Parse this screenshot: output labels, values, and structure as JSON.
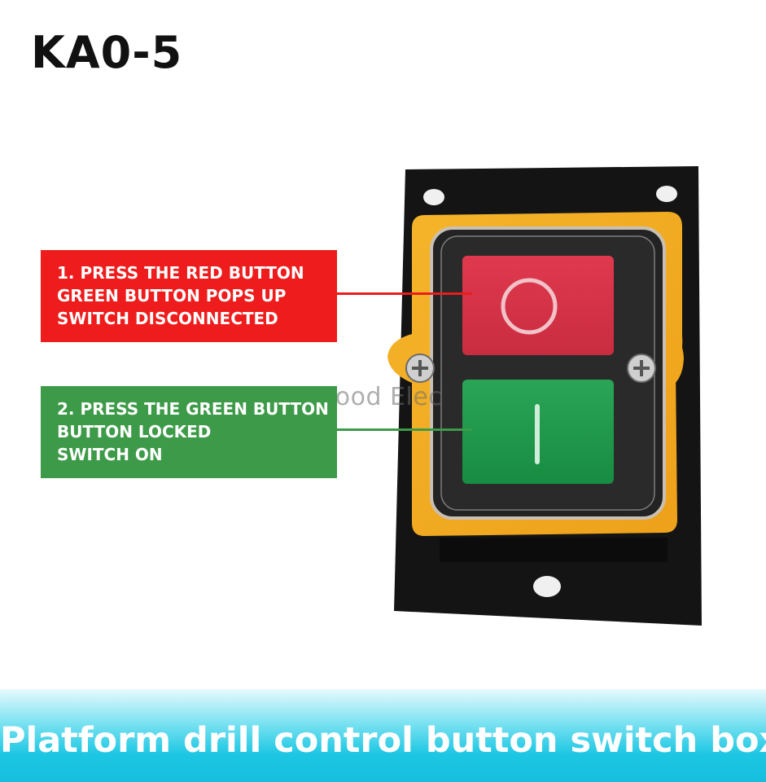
{
  "title": "KA0-5",
  "callouts": {
    "red": {
      "color": "#ee1c1c",
      "lines": [
        "1. PRESS THE RED BUTTON",
        "GREEN BUTTON POPS UP",
        "SWITCH DISCONNECTED"
      ]
    },
    "green": {
      "color": "#3d9a48",
      "lines": [
        "2. PRESS THE GREEN BUTTON",
        "BUTTON LOCKED",
        "SWITCH ON"
      ]
    }
  },
  "watermark": "Good Elec",
  "banner": {
    "text": "Platform drill control button switch box",
    "color": "#1dc7e3"
  },
  "device": {
    "icons": [
      "off-circle-symbol",
      "on-bar-symbol",
      "screw-icon"
    ],
    "colors": {
      "plate": "#141414",
      "frame": "#f2a91e",
      "red_button": "#d8344a",
      "green_button": "#1f9a4c"
    }
  }
}
